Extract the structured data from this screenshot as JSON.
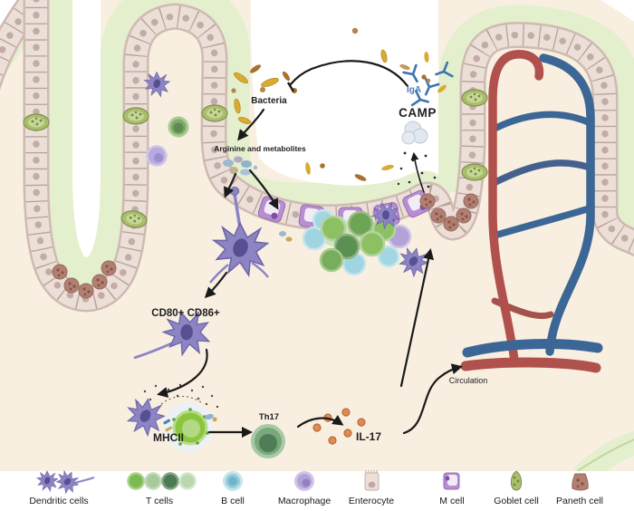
{
  "figure": {
    "description": "Intestinal mucosal immunity diagram: bacteria-derived arginine and metabolites are sampled by dendritic cells, which mature (CD80+ CD86+), present antigen via MHCII to T cells, driving Th17 cells to secrete IL-17 into the circulation; IgA and CAMP are secreted back into the lumen to control bacteria."
  },
  "labels": {
    "bacteria": "Bacteria",
    "metabolites": "Arginine and metabolites",
    "iga": "IgA",
    "camp": "CAMP",
    "costim": "CD80+ CD86+",
    "mhcii": "MHCII",
    "th17": "Th17",
    "il17": "IL-17",
    "circulation": "Circulation"
  },
  "legend": {
    "items": [
      {
        "label": "Dendritic cells"
      },
      {
        "label": "T cells"
      },
      {
        "label": "B cell"
      },
      {
        "label": "Macrophage"
      },
      {
        "label": "Enterocyte"
      },
      {
        "label": "M cell"
      },
      {
        "label": "Goblet cell"
      },
      {
        "label": "Paneth cell"
      }
    ]
  },
  "colors": {
    "tissue_background": "#f8efe1",
    "lumen": "#ffffff",
    "mucus_green": "#e4efce",
    "enterocyte_fill": "#ecdfd8",
    "enterocyte_nucleus": "#c3aca6",
    "m_cell_purple": "#b78ed0",
    "goblet_green": "#a9bd6a",
    "paneth_brown": "#b08073",
    "dendritic_purple": "#8d85c3",
    "t_cell_green": "#7cb950",
    "b_cell_blue": "#93cbdb",
    "macrophage_lavender": "#b3a2d7",
    "th17_green": "#4e7d57",
    "il17_orange": "#e08b52",
    "iga_blue": "#3e74b0",
    "artery_red": "#b0514d",
    "vein_blue": "#3c6695",
    "bacteria_yellow": "#d9ab33",
    "bacteria_brown": "#a8722e",
    "arrow_black": "#1a1a1a"
  }
}
